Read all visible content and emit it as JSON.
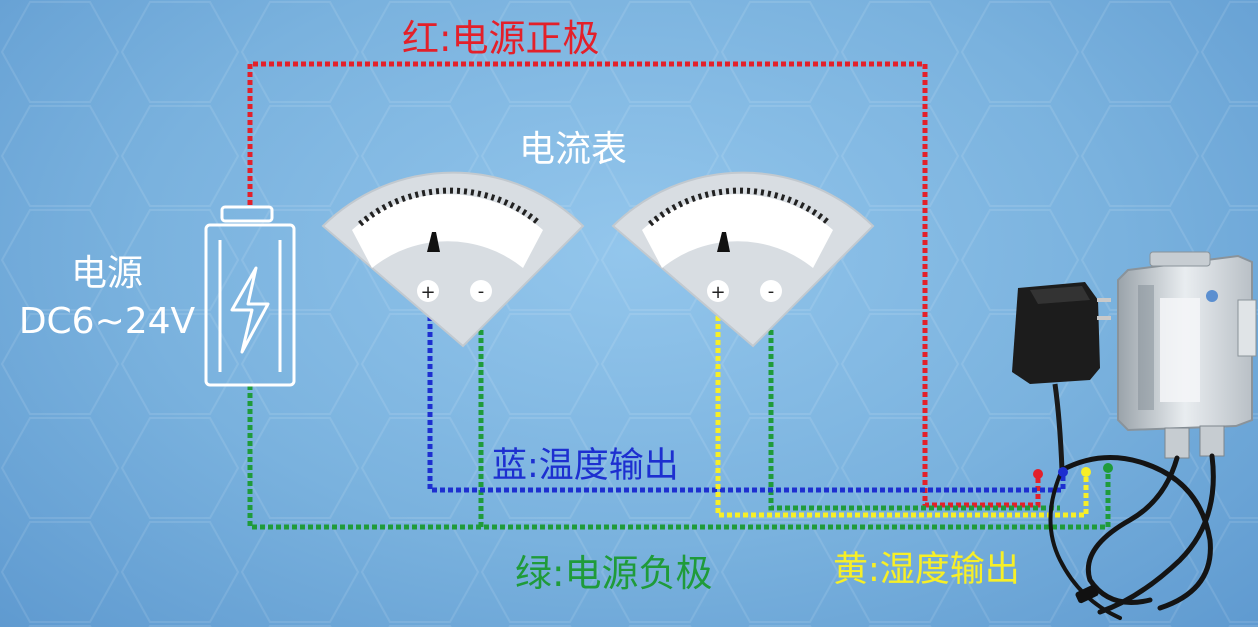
{
  "labels": {
    "red_wire": "红:电源正极",
    "ammeter": "电流表",
    "power_name": "电源",
    "power_range": "DC6~24V",
    "blue_wire": "蓝:温度输出",
    "green_wire": "绿:电源负极",
    "yellow_wire": "黄:湿度输出"
  },
  "meter_terminals": {
    "plus": "+",
    "minus": "-"
  },
  "colors": {
    "background": "#7ab2de",
    "red_wire": "#e3202a",
    "blue_wire": "#1d2fd0",
    "green_wire": "#1f9b3a",
    "yellow_wire": "#f7ef27",
    "meter_body": "#d8dde2"
  },
  "icons": [
    "lightning-icon",
    "plus-icon",
    "minus-icon",
    "power-adapter",
    "transmitter-device",
    "cable"
  ]
}
